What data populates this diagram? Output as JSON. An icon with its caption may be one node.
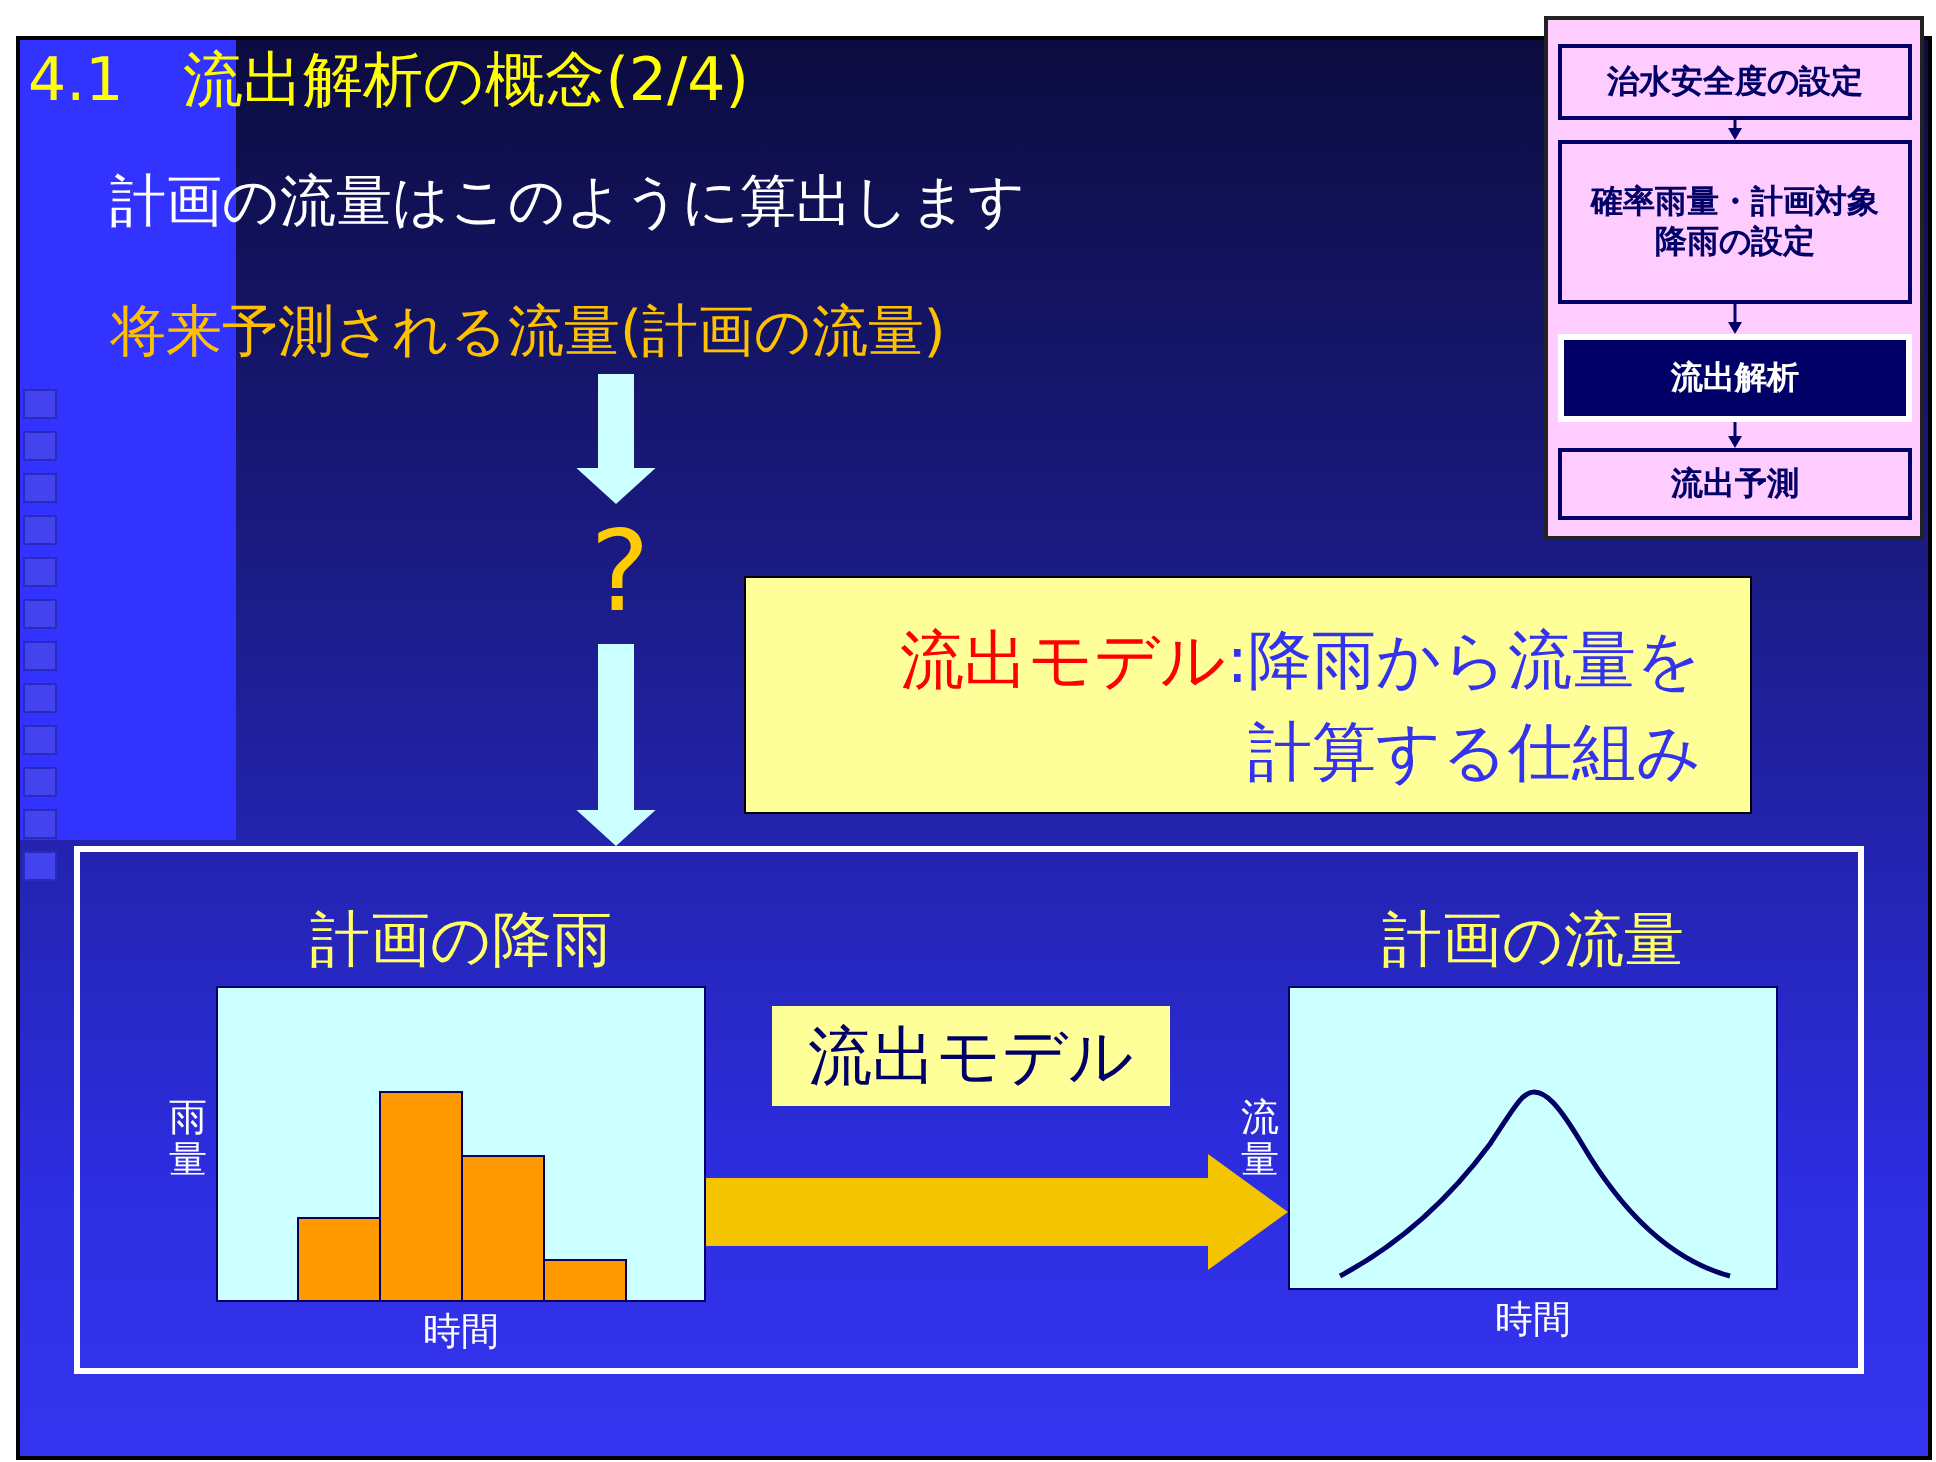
{
  "diagram": {
    "title": "4.1　流出解析の概念(2/4)",
    "nodes": [
      {
        "text": [
          "治水安全度の設定"
        ]
      },
      {
        "text": [
          "確率雨量・計画対象降雨の設定"
        ]
      },
      {
        "text": [
          "流出解析"
        ]
      },
      {
        "text": [
          "流出予測"
        ]
      },
      {
        "text": [
          "将来予測される流量(計画の流量)"
        ]
      },
      {
        "text": [
          "?"
        ]
      },
      {
        "text": [],
        "shape": "box"
      },
      {
        "text": [
          "計画の降雨"
        ],
        "in": 6,
        "beside": [
          "雨量",
          "時間"
        ]
      },
      {
        "text": [
          "流出モデル"
        ],
        "in": 6
      },
      {
        "text": [
          "計画の流量"
        ],
        "in": 6,
        "beside": [
          "流量",
          "時間"
        ]
      },
      {
        "text": [
          "流出モデル",
          ":降雨から流量を計算する仕組み"
        ]
      }
    ],
    "edges": [
      {
        "from": 0,
        "to": 1,
        "arrow": "to"
      },
      {
        "from": 1,
        "to": 2,
        "arrow": "to"
      },
      {
        "from": 2,
        "to": 3,
        "arrow": "to"
      },
      {
        "from": 4,
        "to": 5,
        "arrow": "to",
        "style": "thick",
        "color": "#ccffff"
      },
      {
        "from": 5,
        "to": 6,
        "arrow": "to",
        "style": "thick",
        "color": "#ccffff"
      },
      {
        "from": 7,
        "to": 9,
        "arrow": "to",
        "style": "thick",
        "color": "#f5c400"
      }
    ],
    "labels": [
      "計画の流量はこのように算出します"
    ]
  }
}
